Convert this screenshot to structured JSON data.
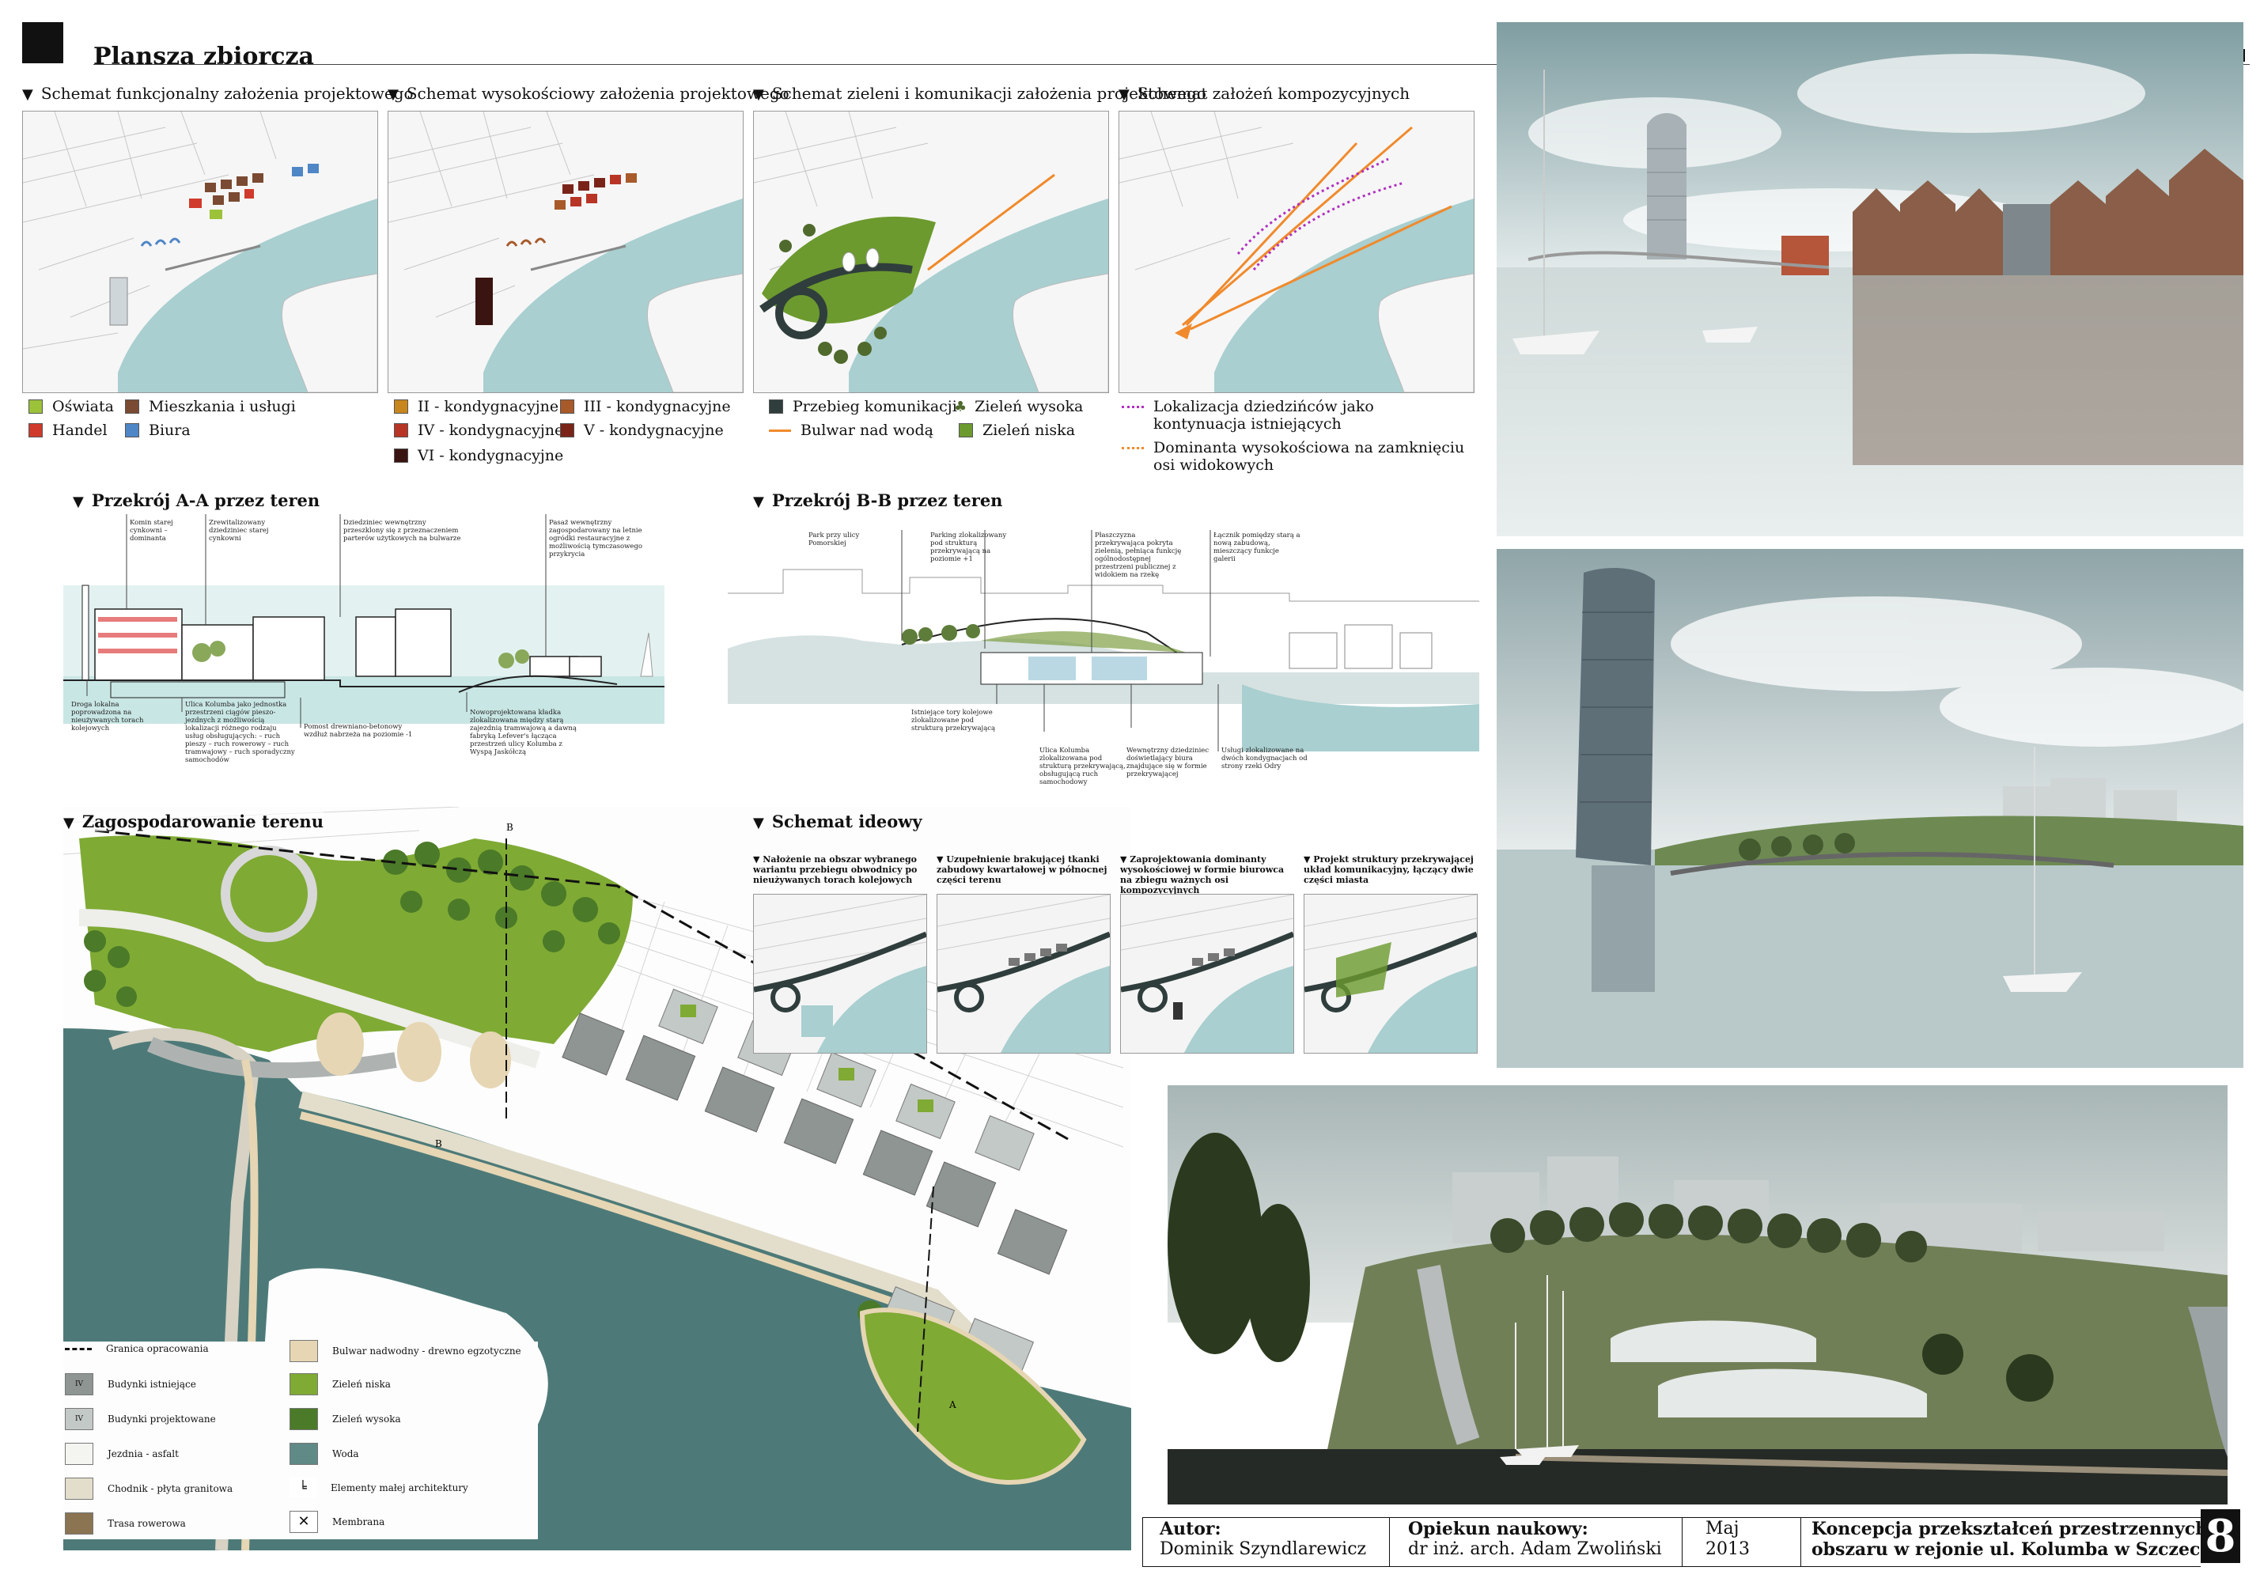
{
  "header": {
    "title": "Plansza zbiorcza"
  },
  "schemes": [
    {
      "title": "Schemat funkcjonalny założenia projektowego"
    },
    {
      "title": "Schemat wysokościowy założenia projektowego"
    },
    {
      "title": "Schemat zieleni i komunikacji założenia projektowego"
    },
    {
      "title": "Schemat założeń kompozycyjnych"
    }
  ],
  "legend_functional": [
    {
      "label": "Oświata",
      "color": "#9cc23a"
    },
    {
      "label": "Mieszkania i usługi",
      "color": "#7b4a32"
    },
    {
      "label": "Handel",
      "color": "#cf3a2c"
    },
    {
      "label": "Biura",
      "color": "#4f86c6"
    }
  ],
  "legend_height": [
    {
      "label": "II - kondygnacyjne",
      "color": "#c8861e"
    },
    {
      "label": "III - kondygnacyjne",
      "color": "#a85a2a"
    },
    {
      "label": "IV - kondygnacyjne",
      "color": "#b83526"
    },
    {
      "label": "V - kondygnacyjne",
      "color": "#7a2419"
    },
    {
      "label": "VI - kondygnacyjne",
      "color": "#3a1410"
    }
  ],
  "legend_green": [
    {
      "label": "Przebieg komunikacji",
      "color": "#2f3e3c",
      "type": "box"
    },
    {
      "label": "Zieleń wysoka",
      "color": "#4f6a2c",
      "type": "box"
    },
    {
      "label": "Bulwar nad wodą",
      "color": "#f08a2c",
      "type": "line"
    },
    {
      "label": "Zieleń niska",
      "color": "#6c9a2e",
      "type": "box"
    }
  ],
  "legend_composition": [
    {
      "label": "Lokalizacja dziedzińców jako kontynuacja istniejących",
      "color": "#b030c0"
    },
    {
      "label": "Dominanta wysokościowa na zamknięciu osi widokowych",
      "color": "#f08a2c"
    }
  ],
  "section_a": {
    "title": "Przekrój A-A przez teren"
  },
  "section_b": {
    "title": "Przekrój B-B przez teren"
  },
  "land_use": {
    "title": "Zagospodarowanie terenu"
  },
  "legend_plan": [
    {
      "label": "Granica opracowania",
      "color": "#ffffff",
      "mark": ""
    },
    {
      "label": "Budynki istniejące",
      "color": "#8e9592",
      "mark": "IV"
    },
    {
      "label": "Budynki projektowane",
      "color": "#c3c9c6",
      "mark": "IV"
    },
    {
      "label": "Jezdnia - asfalt",
      "color": "#f4f4f1",
      "mark": ""
    },
    {
      "label": "Chodnik - płyta granitowa",
      "color": "#e2decb",
      "mark": ""
    },
    {
      "label": "Trasa rowerowa",
      "color": "#8a7452",
      "mark": ""
    },
    {
      "label": "Bulwar nadwodny - drewno egzotyczne",
      "color": "#e6d6b4",
      "mark": ""
    },
    {
      "label": "Zieleń niska",
      "color": "#7faa34",
      "mark": ""
    },
    {
      "label": "Zieleń wysoka",
      "color": "#4b7a28",
      "mark": ""
    },
    {
      "label": "Woda",
      "color": "#5f8a86",
      "mark": ""
    },
    {
      "label": "Elementy małej architektury",
      "color": "#ffffff",
      "mark": ""
    },
    {
      "label": "Membrana",
      "color": "#ffffff",
      "mark": ""
    }
  ],
  "idea": {
    "title": "Schemat ideowy",
    "items": [
      "Nałożenie na obszar wybranego wariantu przebiegu obwodnicy po nieużywanych torach kolejowych",
      "Uzupełnienie brakującej tkanki zabudowy kwartałowej w północnej części terenu",
      "Zaprojektowania dominanty wysokościowej w formie biurowca na zbiegu ważnych osi kompozycyjnych",
      "Projekt struktury przekrywającej układ komunikacyjny, łączący dwie części miasta"
    ]
  },
  "footer": {
    "author_label": "Autor:",
    "author": "Dominik Szyndlarewicz",
    "supervisor_label": "Opiekun naukowy:",
    "supervisor": "dr inż. arch. Adam Zwoliński",
    "month": "Maj",
    "year": "2013",
    "project_line1": "Koncepcja przekształceń przestrzennych",
    "project_line2": "obszaru w rejonie ul. Kolumba w Szczecinie",
    "page": "8"
  },
  "colors": {
    "water": "#a9cfd0",
    "green": "#6c9a2e",
    "orange": "#f08a2c",
    "purple": "#b030c0",
    "plan_water": "#4d7a78"
  }
}
